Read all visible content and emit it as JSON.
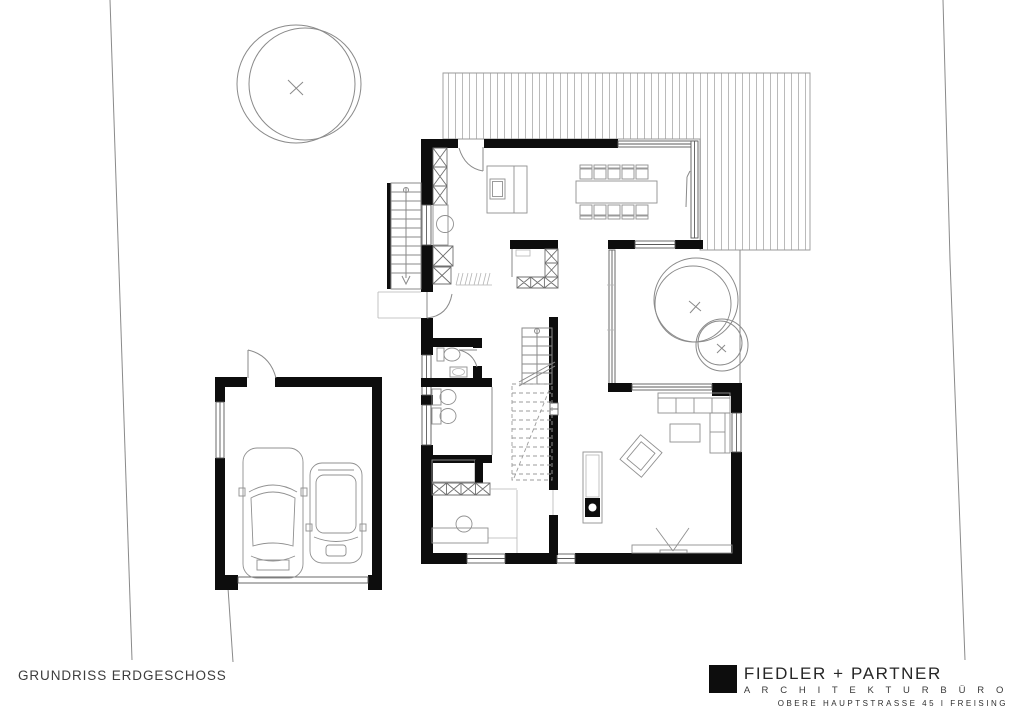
{
  "title": "GRUNDRISS ERDGESCHOSS",
  "logo": {
    "firm": "FIEDLER + PARTNER",
    "profession": "A R C H I T E K T U R B Ü R O",
    "address": "OBERE HAUPTSTRASSE 45 I FREISING"
  },
  "colors": {
    "walls": "#0d0d0d",
    "thin_lines": "#8a8a8a",
    "furniture_lines": "#909090",
    "background": "#ffffff"
  }
}
